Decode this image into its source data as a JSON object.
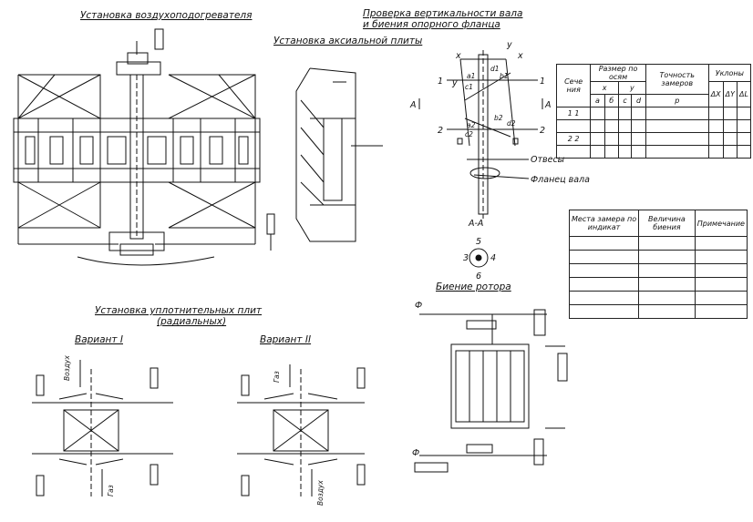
{
  "titles": {
    "heater_install": "Установка воздухоподогревателя",
    "axial_plate": "Установка аксиальной плиты",
    "vertical_check_1": "Проверка вертикальности вала",
    "vertical_check_2": "и биения опорного фланца",
    "radial_plates_1": "Установка уплотнительных плит",
    "radial_plates_2": "(радиальных)",
    "variant_1": "Вариант I",
    "variant_2": "Вариант II",
    "rotor_runout": "Биение ротора"
  },
  "labels": {
    "plumb_lines": "Отвесы",
    "shaft_flange": "Фланец вала",
    "section": "А-А",
    "arrow_a": "А",
    "section_1": "1",
    "section_2": "2",
    "x": "x",
    "y": "y",
    "a1": "a1",
    "b1": "b1",
    "c1": "c1",
    "d1": "d1",
    "a2": "a2",
    "b2": "b2",
    "c2": "c2",
    "d2": "d2",
    "p3": "3",
    "p4": "4",
    "p5": "5",
    "p6": "6",
    "air": "Воздух",
    "gas": "Газ",
    "phi": "Ф"
  },
  "table1": {
    "h_section": "Сече ния",
    "h_size": "Размер по осям",
    "h_x": "x",
    "h_y": "y",
    "h_a": "a",
    "h_b": "б",
    "h_c": "c",
    "h_d": "d",
    "h_points": "Точность замеров",
    "h_p": "p",
    "h_slopes": "Уклоны",
    "h_dx": "ΔX",
    "h_dy": "ΔY",
    "h_dl": "ΔL",
    "row1": "1 1",
    "row2": "2 2"
  },
  "table2": {
    "h_place": "Места замера по индикат",
    "h_value": "Величина биения",
    "h_note": "Примечание"
  }
}
